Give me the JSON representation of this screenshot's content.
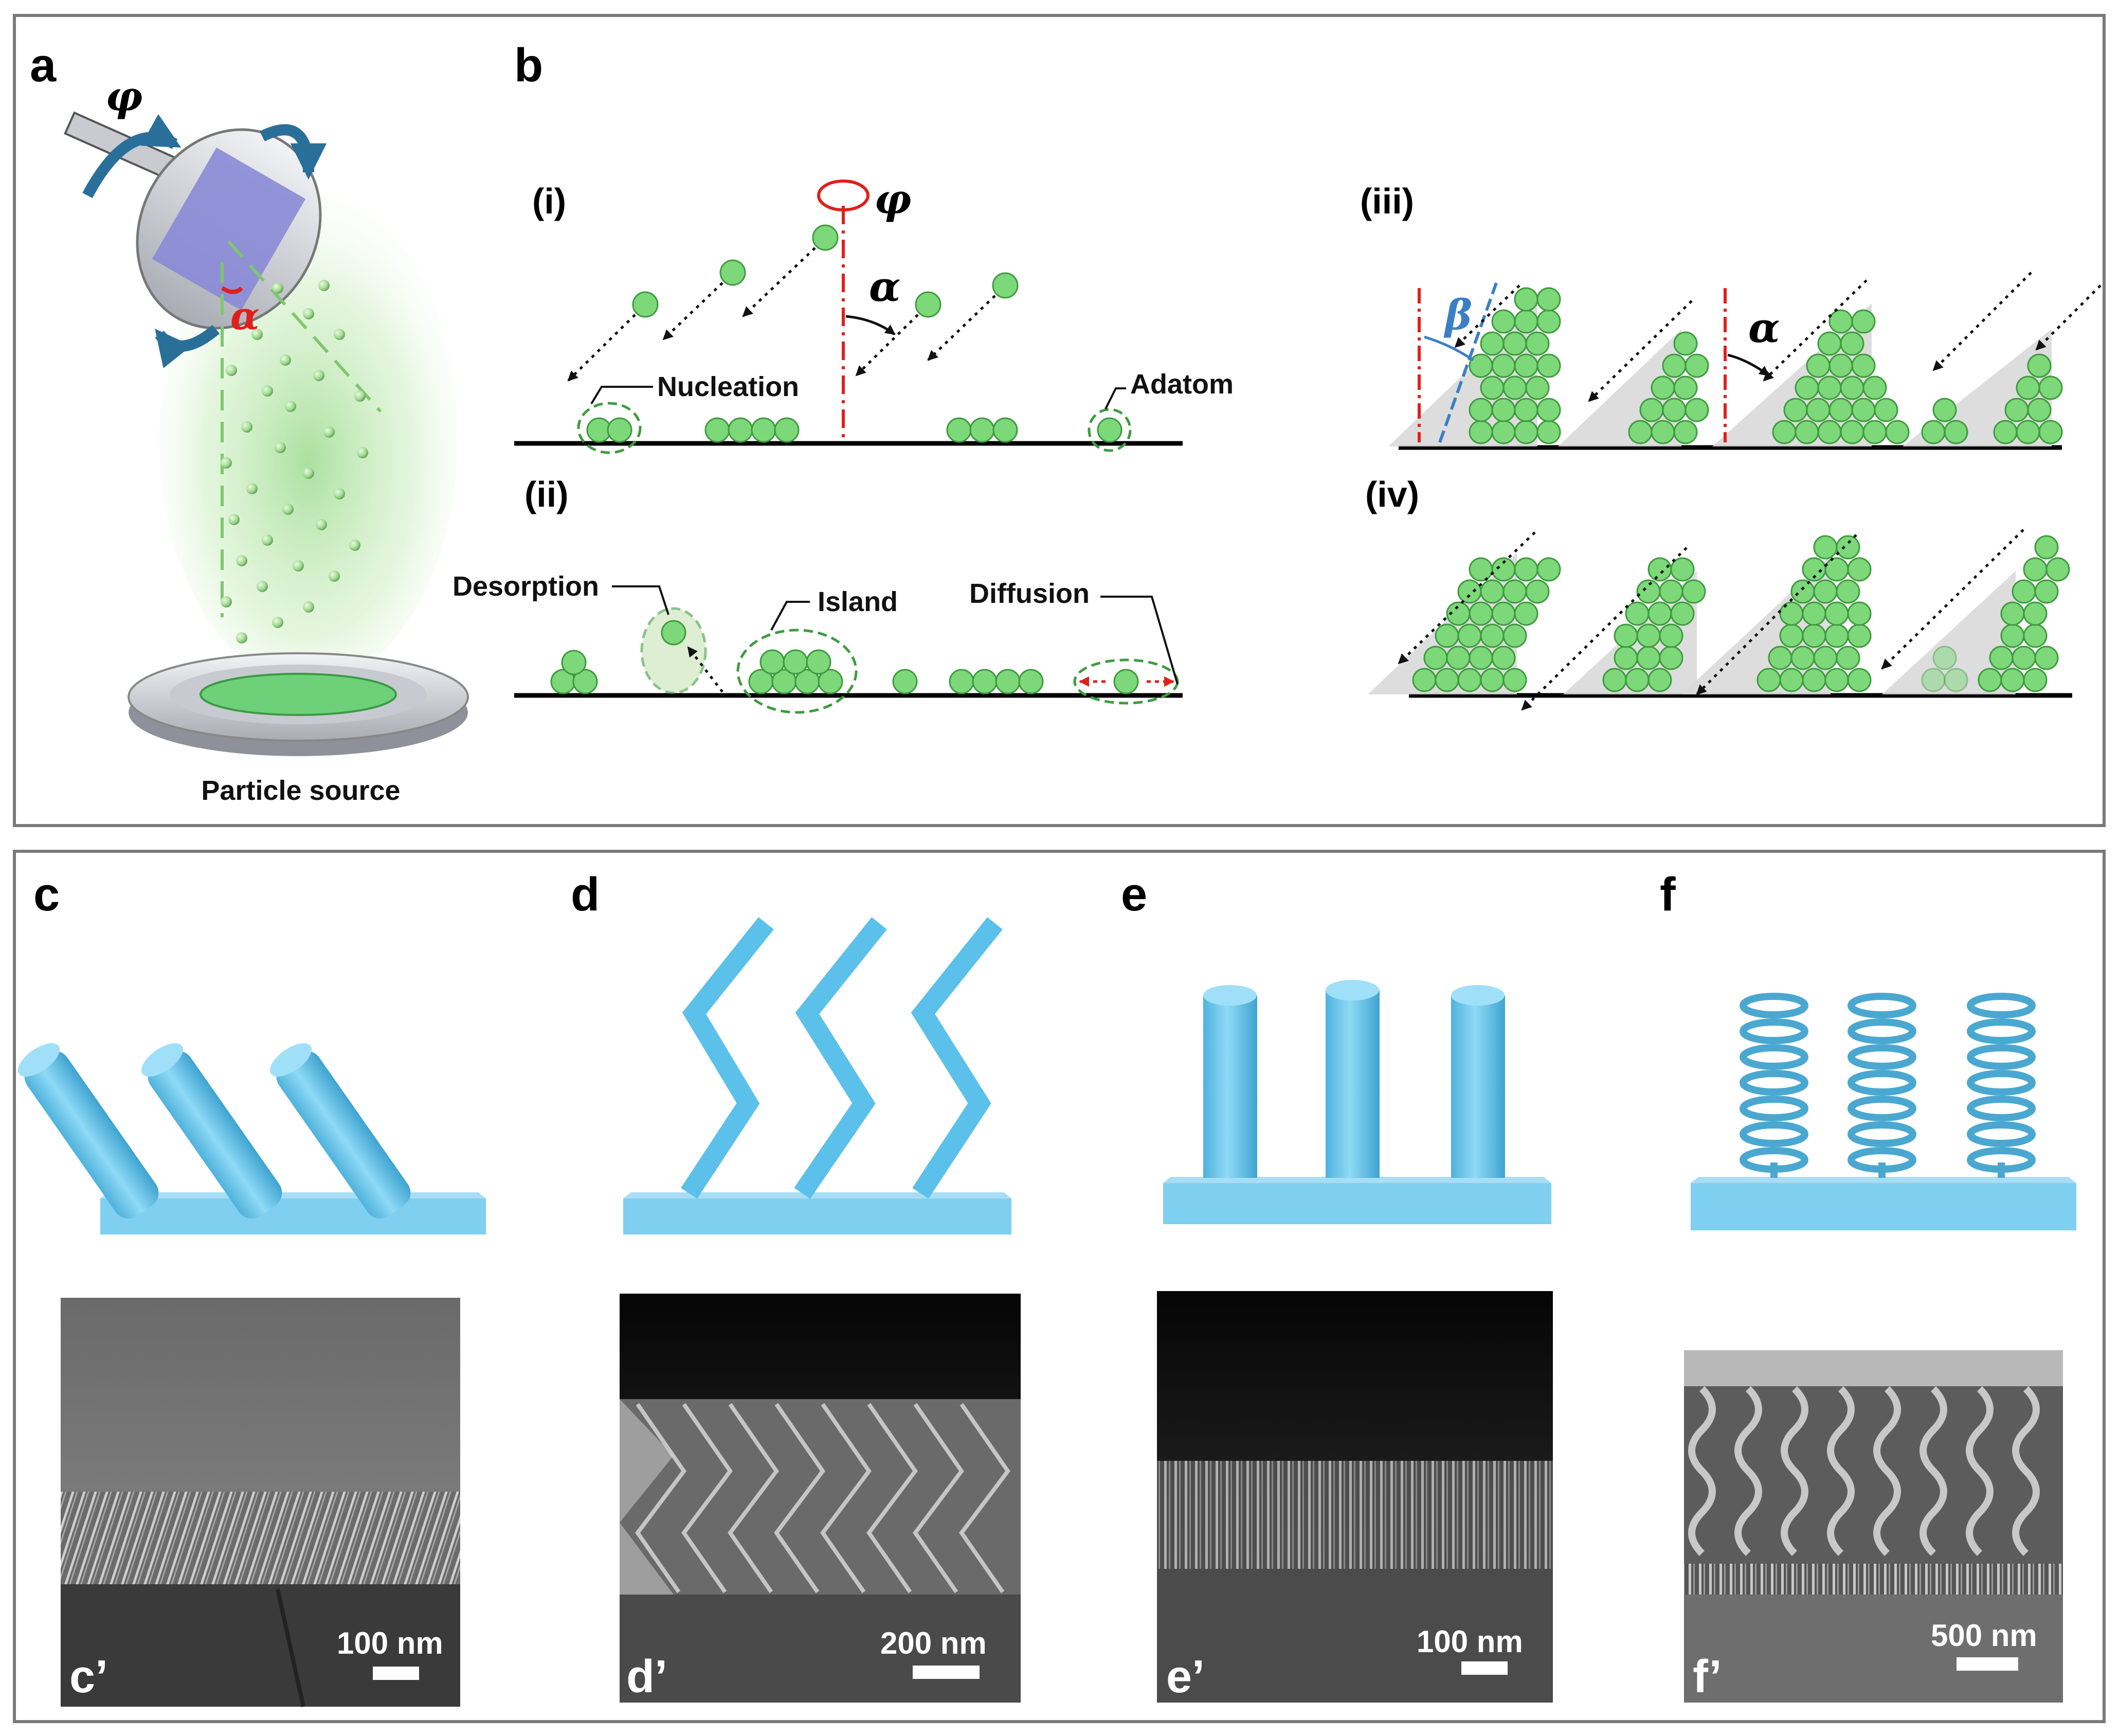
{
  "panels": {
    "a": {
      "letter": "a",
      "phi": "φ",
      "alpha": "α",
      "caption": "Particle source"
    },
    "b": {
      "letter": "b",
      "i": {
        "label": "(i)",
        "phi": "φ",
        "alpha": "α",
        "nucleation": "Nucleation",
        "adatom": "Adatom"
      },
      "ii": {
        "label": "(ii)",
        "desorption": "Desorption",
        "island": "Island",
        "diffusion": "Diffusion"
      },
      "iii": {
        "label": "(iii)",
        "beta": "β",
        "alpha": "α"
      },
      "iv": {
        "label": "(iv)"
      }
    },
    "c": {
      "letter": "c",
      "sem_label": "c’",
      "scale": "100 nm"
    },
    "d": {
      "letter": "d",
      "sem_label": "d’",
      "scale": "200 nm"
    },
    "e": {
      "letter": "e",
      "sem_label": "e’",
      "scale": "100 nm"
    },
    "f": {
      "letter": "f",
      "sem_label": "f’",
      "scale": "500 nm"
    }
  },
  "colors": {
    "particle": "#7dd87a",
    "particle_edge": "#3f9b3f",
    "structure": "#6ec8ec",
    "accent_red": "#e0201b",
    "accent_blue": "#3a7fc4",
    "arrow_teal": "#2a6f9a",
    "frame": "#7a7a7a"
  }
}
